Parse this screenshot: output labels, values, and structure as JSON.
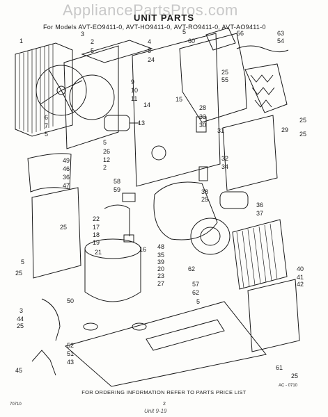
{
  "watermark": "AppliancePartsPros.com",
  "title": "UNIT PARTS",
  "models": "For Models AVT-EO9411-0, AVT-HO9411-0, AVT-RO9411-0, AVT-AO9411-0",
  "footer_note": "FOR ORDERING INFORMATION REFER TO PARTS PRICE LIST",
  "corner_code": "70710",
  "page_number": "2",
  "handwritten_note": "Unit 9-19",
  "ref_code": "AC - 0710",
  "callouts": [
    "1",
    "2",
    "5",
    "3",
    "4",
    "8",
    "24",
    "5",
    "60",
    "56",
    "63",
    "54",
    "6",
    "7",
    "5",
    "9",
    "10",
    "11",
    "14",
    "15",
    "25",
    "55",
    "28",
    "33",
    "30",
    "31",
    "25",
    "13",
    "29",
    "25",
    "5",
    "26",
    "49",
    "46",
    "36",
    "47",
    "12",
    "2",
    "58",
    "59",
    "32",
    "34",
    "38",
    "25",
    "36",
    "37",
    "22",
    "17",
    "18",
    "19",
    "16",
    "21",
    "5",
    "25",
    "48",
    "35",
    "39",
    "20",
    "23",
    "27",
    "62",
    "57",
    "62",
    "5",
    "40",
    "41",
    "42",
    "3",
    "44",
    "25",
    "50",
    "52",
    "51",
    "43",
    "45",
    "61",
    "25",
    "25"
  ]
}
